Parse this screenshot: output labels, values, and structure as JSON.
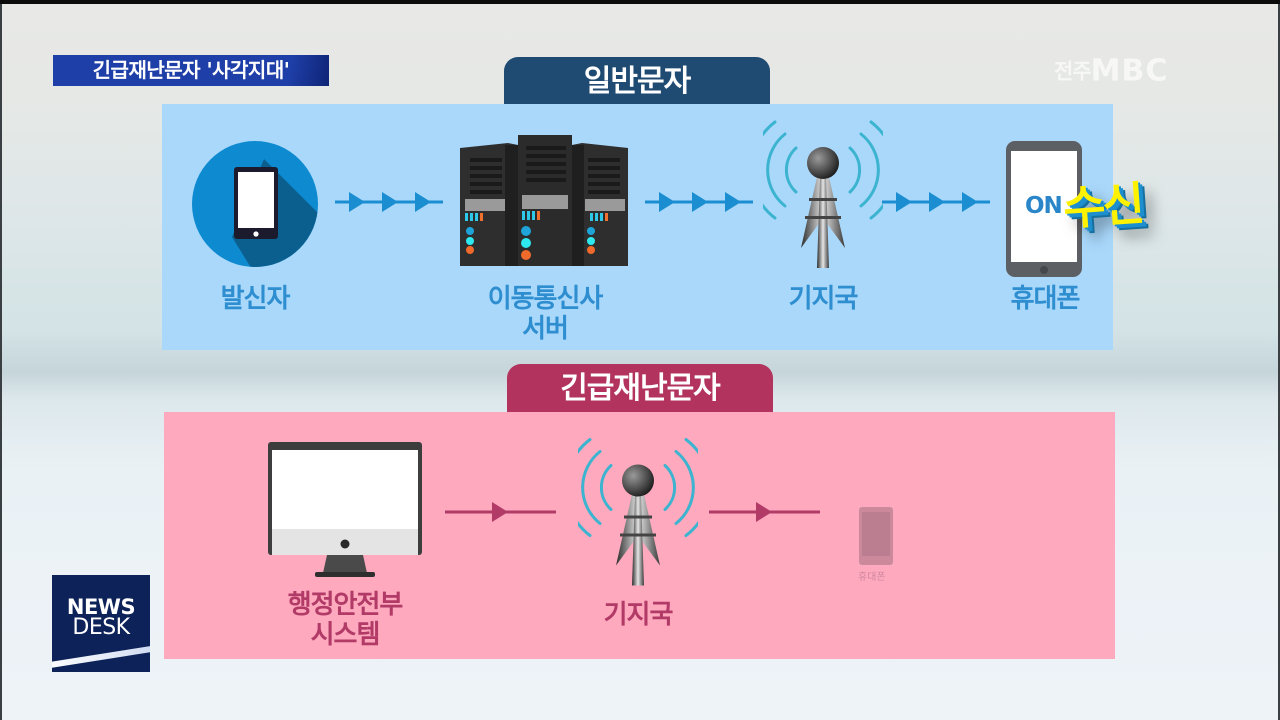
{
  "broadcast": {
    "headline": "긴급재난문자 '사각지대'",
    "station_logo": {
      "region": "전주",
      "brand": "MBC"
    },
    "program_logo": {
      "line1": "NEWS",
      "line2": "DESK"
    }
  },
  "normal_flow": {
    "title": "일반문자",
    "panel_color": "#a9d8fb",
    "tab_color": "#1f4a71",
    "nodes": [
      {
        "icon": "tablet-sender-icon",
        "label": "발신자"
      },
      {
        "icon": "server-rack-icon",
        "label_line1": "이동통신사",
        "label_line2": "서버"
      },
      {
        "icon": "cell-tower-icon",
        "label": "기지국"
      },
      {
        "icon": "smartphone-icon",
        "label": "휴대폰",
        "screen_text": "ON",
        "status_callout": "수신"
      }
    ]
  },
  "emergency_flow": {
    "title": "긴급재난문자",
    "panel_color": "#fea9be",
    "tab_color": "#b3335f",
    "nodes": [
      {
        "icon": "desktop-monitor-icon",
        "label_line1": "행정안전부",
        "label_line2": "시스템"
      },
      {
        "icon": "cell-tower-icon",
        "label": "기지국"
      },
      {
        "icon": "faded-smartphone-icon",
        "label": "휴대폰"
      }
    ]
  }
}
